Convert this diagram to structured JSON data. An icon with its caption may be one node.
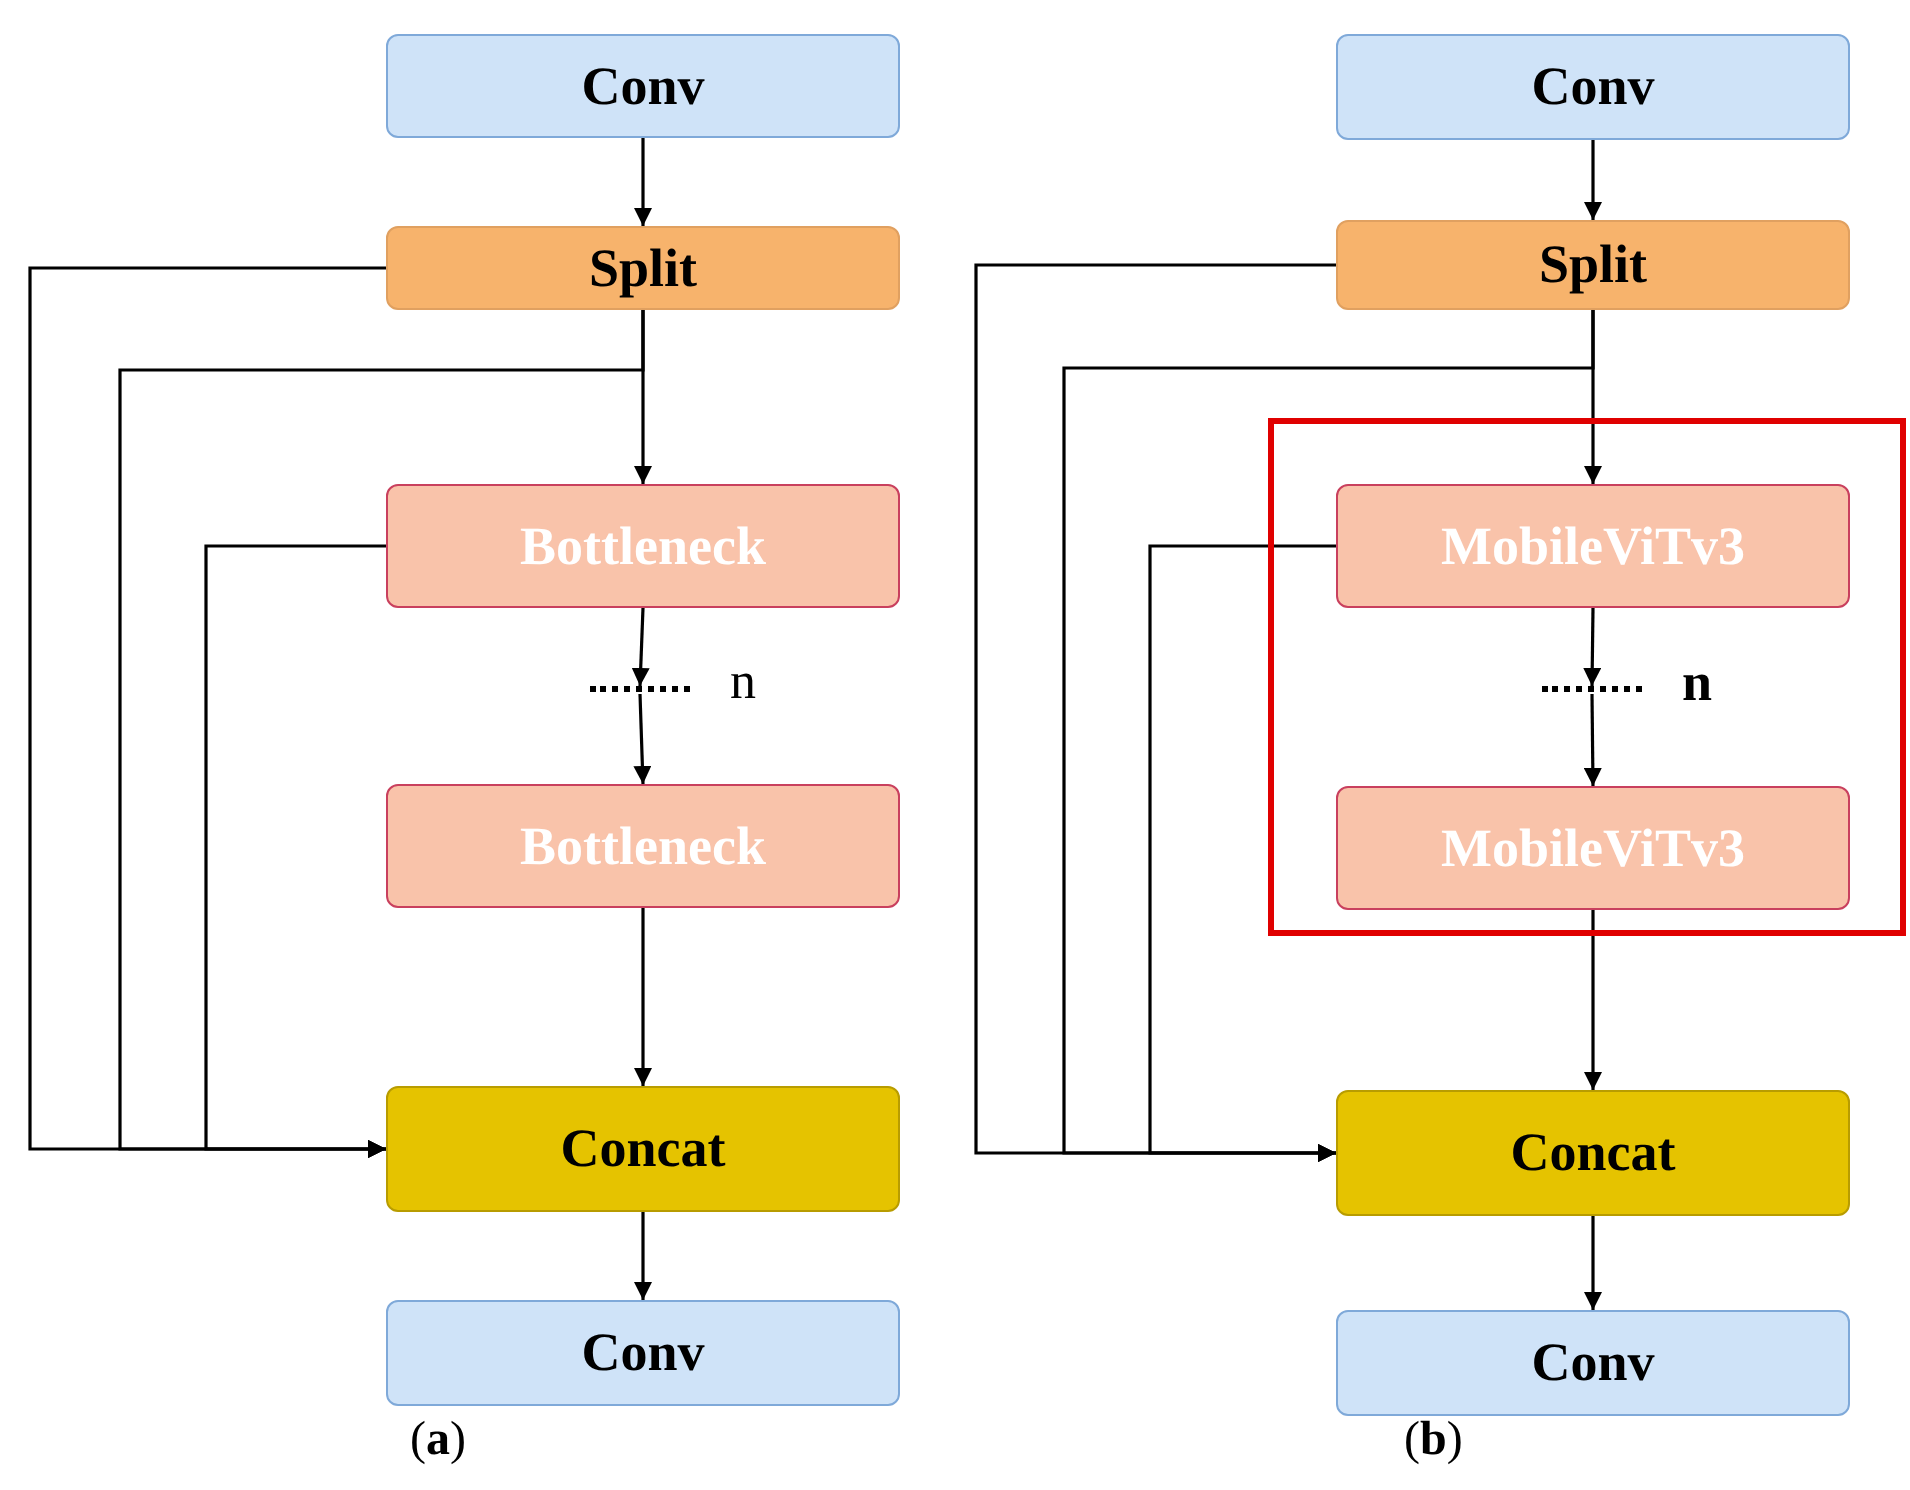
{
  "diagram": {
    "nodes": [
      {
        "text": [
          "Conv"
        ]
      },
      {
        "text": [
          "Split"
        ]
      },
      {
        "text": [
          "Bottleneck"
        ]
      },
      {
        "text": [],
        "shape": "line",
        "beside": [
          "n"
        ]
      },
      {
        "text": [
          "Bottleneck"
        ]
      },
      {
        "text": [
          "Concat"
        ]
      },
      {
        "text": [
          "Conv"
        ]
      },
      {
        "text": [
          "Conv"
        ]
      },
      {
        "text": [
          "Split"
        ]
      },
      {
        "text": [],
        "shape": "box"
      },
      {
        "text": [
          "MobileViTv3"
        ],
        "in": 9
      },
      {
        "text": [],
        "shape": "line",
        "beside": [
          "n"
        ],
        "in": 9
      },
      {
        "text": [
          "MobileViTv3"
        ],
        "in": 9
      },
      {
        "text": [
          "Concat"
        ]
      },
      {
        "text": [
          "Conv"
        ]
      }
    ],
    "edges": [
      {
        "from": 0,
        "to": 1,
        "arrow": "to"
      },
      {
        "from": 1,
        "to": 2,
        "arrow": "to"
      },
      {
        "from": 2,
        "to": 3,
        "arrow": "to"
      },
      {
        "from": 3,
        "to": 4,
        "arrow": "to"
      },
      {
        "from": 4,
        "to": 5,
        "arrow": "to"
      },
      {
        "from": 5,
        "to": 6,
        "arrow": "to"
      },
      {
        "from": 1,
        "to": 5,
        "arrow": "to"
      },
      {
        "from": 1,
        "to": 5,
        "arrow": "to"
      },
      {
        "from": 2,
        "to": 5,
        "arrow": "to"
      },
      {
        "from": 7,
        "to": 8,
        "arrow": "to"
      },
      {
        "from": 8,
        "to": 10,
        "arrow": "to"
      },
      {
        "from": 10,
        "to": 11,
        "arrow": "to"
      },
      {
        "from": 11,
        "to": 12,
        "arrow": "to"
      },
      {
        "from": 12,
        "to": 13,
        "arrow": "to"
      },
      {
        "from": 13,
        "to": 14,
        "arrow": "to"
      },
      {
        "from": 8,
        "to": 13,
        "arrow": "to"
      },
      {
        "from": 8,
        "to": 13,
        "arrow": "to"
      },
      {
        "from": 10,
        "to": 13,
        "arrow": "to"
      }
    ],
    "labels": [
      "(**a**)",
      "(**b**)"
    ]
  }
}
